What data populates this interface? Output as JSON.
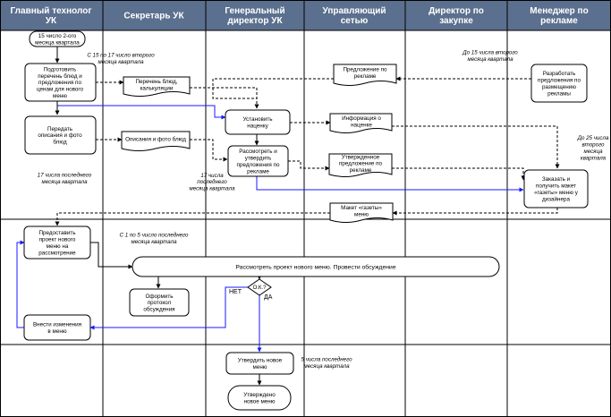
{
  "lanes": [
    {
      "title": [
        "Главный технолог",
        "УК"
      ]
    },
    {
      "title": [
        "Секретарь УК"
      ]
    },
    {
      "title": [
        "Генеральный",
        "директор УК"
      ]
    },
    {
      "title": [
        "Управляющий",
        "сетью"
      ]
    },
    {
      "title": [
        "Директор по",
        "закупке"
      ]
    },
    {
      "title": [
        "Менеджер по",
        "рекламе"
      ]
    }
  ],
  "shapes": {
    "start": [
      "15 число 2-ого",
      "месяца квартала"
    ],
    "prepare_list": [
      "Подготовить",
      "перечень блюд и",
      "предложения по",
      "ценам для нового",
      "меню"
    ],
    "dish_list_doc": [
      "Перечень блюд,",
      "калькуляции"
    ],
    "ad_offer_doc": [
      "Предложение по",
      "рекламе"
    ],
    "ad_develop": [
      "Разработать",
      "предложения по",
      "размещению",
      "рекламы"
    ],
    "descriptions": [
      "Передать",
      "описания и фото",
      "блюд"
    ],
    "photos_doc": [
      "Описания и фото блюд"
    ],
    "set_markup": [
      "Установить",
      "наценку"
    ],
    "markup_info_doc": [
      "Информация о",
      "наценке"
    ],
    "review_ad": [
      "Рассмотреть и",
      "утвердить",
      "предложения по",
      "рекламе"
    ],
    "approved_ad_doc": [
      "Утвержденное",
      "предложение по",
      "рекламе"
    ],
    "order_layout": [
      "Заказать и",
      "получить макет",
      "«газеты» меню у",
      "дизайнера"
    ],
    "layout_doc": [
      "Макет «газеты»",
      "меню"
    ],
    "present_project": [
      "Предоставить",
      "проект нового",
      "меню на",
      "рассмотрение"
    ],
    "discuss": [
      "Рассмотреть проект нового меню. Провести обсуждение"
    ],
    "protocol": [
      "Оформить",
      "протокол",
      "обсуждения"
    ],
    "decision": [
      "О.К.?"
    ],
    "changes": [
      "Внести изменения",
      "в меню"
    ],
    "approve_menu": [
      "Утвердить новое",
      "меню"
    ],
    "end": [
      "Утверждено",
      "новое меню"
    ]
  },
  "notes": {
    "n1": [
      "С 15 по 17 число второго",
      "месяца квартала"
    ],
    "n2": [
      "До 15 числа второго",
      "месяца квартала"
    ],
    "n3": [
      "До 25 числа",
      "второго",
      "месяца",
      "квартала"
    ],
    "n4": [
      "17 числа последнего",
      "месяца квартала"
    ],
    "n5": [
      "17 числа",
      "последнего",
      "месяца квартала"
    ],
    "n6": [
      "С 1 по 5 число последнего",
      "месяца квартала"
    ],
    "n7": [
      "5 числа последнего",
      "месяца квартала"
    ]
  },
  "branch_labels": {
    "no": "НЕТ",
    "yes": "ДА"
  },
  "colors": {
    "header_bg": "#5b6f8e",
    "header_text": "#ffffff",
    "line": "#000000",
    "flow_blue": "#1a1aff"
  }
}
